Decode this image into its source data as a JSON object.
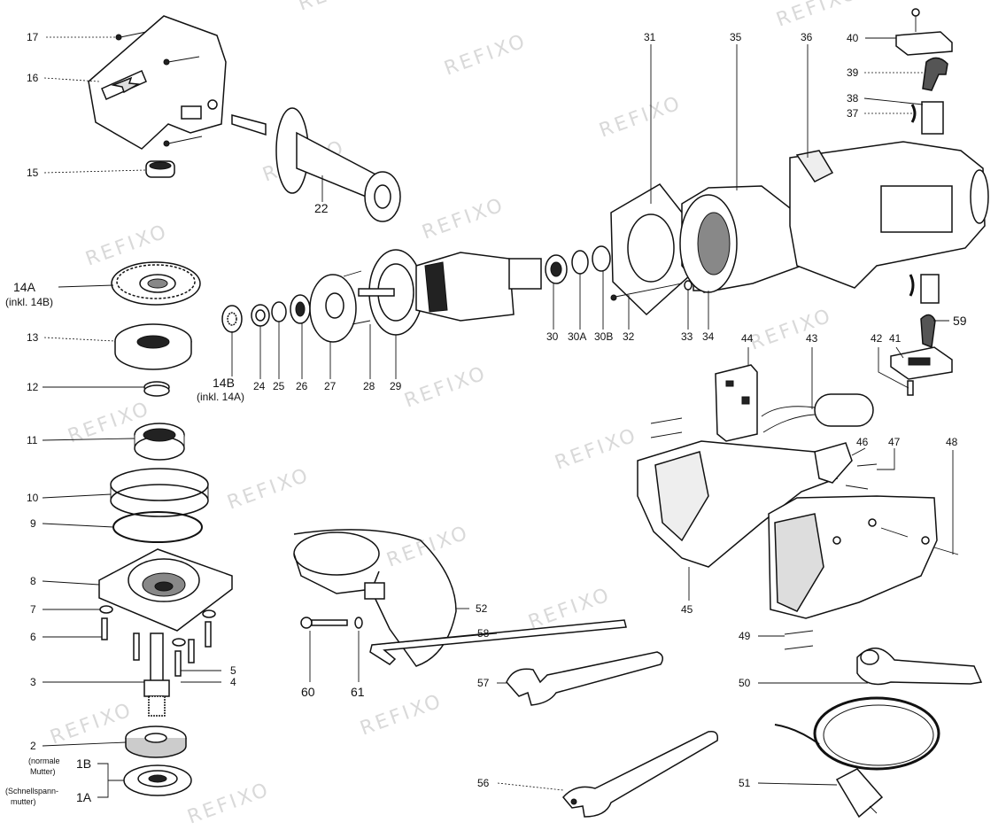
{
  "watermark": "REFIXO",
  "labels": {
    "p1A": "1A",
    "p1B": "1B",
    "p2": "2",
    "note_normal": "(normale Mutter)",
    "note_normal_l1": "(normale",
    "note_normal_l2": "Mutter)",
    "note_schnell_l1": "(Schnellspann-",
    "note_schnell_l2": "mutter)",
    "p3": "3",
    "p4": "4",
    "p5": "5",
    "p6": "6",
    "p7": "7",
    "p8": "8",
    "p9": "9",
    "p10": "10",
    "p11": "11",
    "p12": "12",
    "p13": "13",
    "p14A": "14A",
    "p14A_note": "(inkl. 14B)",
    "p14B": "14B",
    "p14B_note": "(inkl. 14A)",
    "p15": "15",
    "p16": "16",
    "p17": "17",
    "p22": "22",
    "p24": "24",
    "p25": "25",
    "p26": "26",
    "p27": "27",
    "p28": "28",
    "p29": "29",
    "p30": "30",
    "p30A": "30A",
    "p30B": "30B",
    "p31": "31",
    "p32": "32",
    "p33": "33",
    "p34": "34",
    "p35": "35",
    "p36": "36",
    "p37": "37",
    "p38": "38",
    "p39": "39",
    "p40": "40",
    "p41": "41",
    "p42": "42",
    "p43": "43",
    "p44": "44",
    "p45": "45",
    "p46": "46",
    "p47": "47",
    "p48": "48",
    "p49": "49",
    "p50": "50",
    "p51": "51",
    "p52": "52",
    "p56": "56",
    "p57": "57",
    "p58": "58",
    "p59": "59",
    "p60": "60",
    "p61": "61"
  }
}
